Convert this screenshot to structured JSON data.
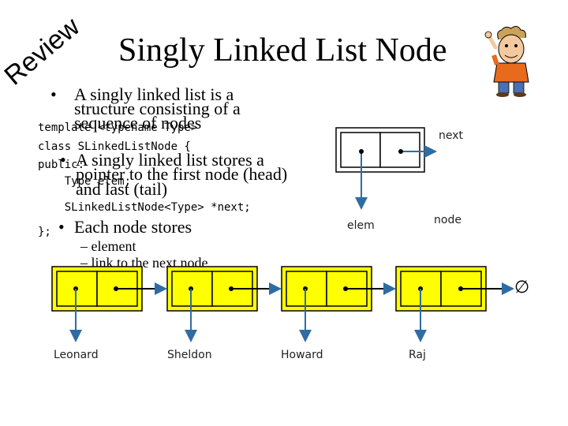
{
  "corner_tag": "Review",
  "title": "Singly Linked List Node",
  "bullets": [
    {
      "line1": "A singly linked list is a",
      "line2": "structure consisting of a",
      "line3": "sequence of nodes"
    },
    {
      "line1": "A singly linked list stores a",
      "line2": "pointer to the first node (head)",
      "line3": "and last (tail)"
    },
    {
      "line1": "Each node stores"
    }
  ],
  "sub_items": [
    "element",
    "link to the next node"
  ],
  "code": {
    "line1": "template <typename Type>",
    "line2": "class SLinkedListNode {",
    "line3": "public:",
    "line4": "    Type elem;",
    "line5": "    SLinkedListNode<Type> *next;",
    "line6": "};"
  },
  "node_diagram": {
    "next_label": "next",
    "elem_label": "elem",
    "node_label": "node"
  },
  "list_nodes": [
    "Leonard",
    "Sheldon",
    "Howard",
    "Raj"
  ],
  "null_symbol": "∅",
  "colors": {
    "node_fill": "#ffff00",
    "stroke": "#000000",
    "arrow": "#2e6da4"
  }
}
